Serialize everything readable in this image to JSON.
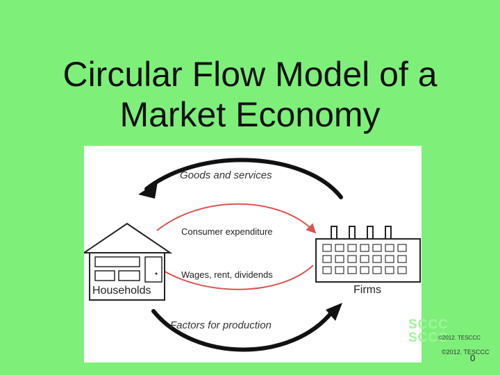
{
  "slide": {
    "title_line1": "Circular Flow Model of a",
    "title_line2": "Market Economy",
    "background_color": "#7ef07a",
    "copyright": "©2012. TESCCC",
    "copyright_small": "©2012. TESCCC",
    "watermark_1": "SCCC",
    "watermark_2": "SCCC",
    "slide_number": "0"
  },
  "diagram": {
    "nodes": {
      "households": "Households",
      "firms": "Firms"
    },
    "flows": {
      "goods": "Goods and services",
      "consumer": "Consumer expenditure",
      "wages": "Wages, rent, dividends",
      "factors": "Factors for production"
    },
    "colors": {
      "real_flow": "#111111",
      "money_flow": "#d9534f"
    }
  }
}
